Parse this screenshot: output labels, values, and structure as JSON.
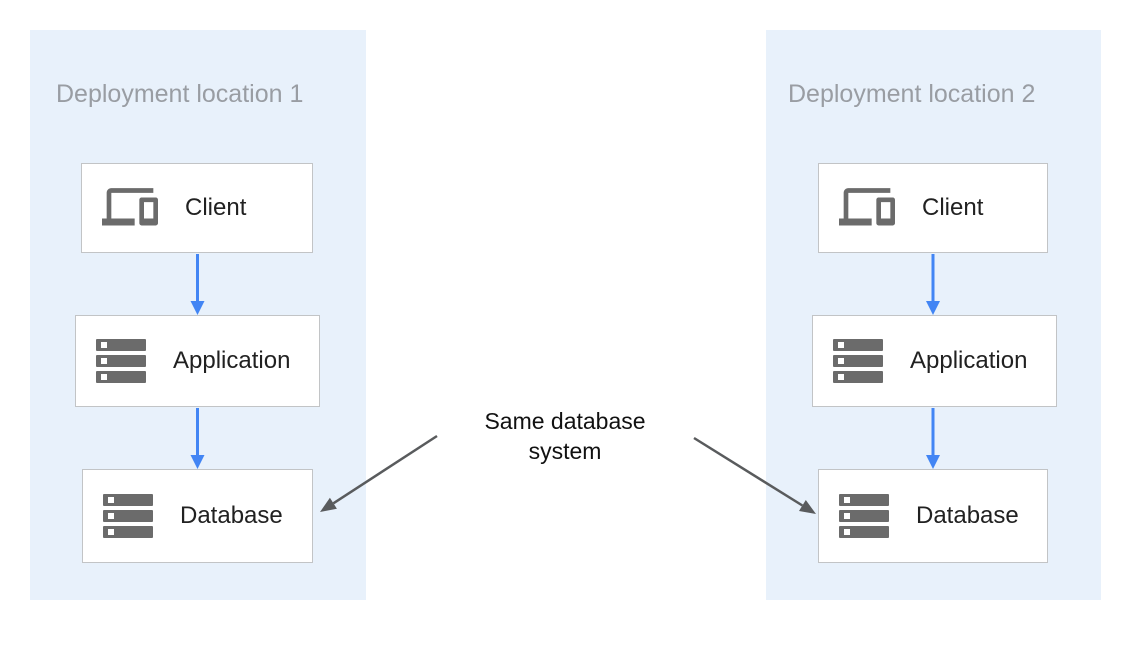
{
  "diagram": {
    "zones": [
      {
        "title": "Deployment location 1",
        "nodes": [
          {
            "label": "Client",
            "icon": "devices-icon"
          },
          {
            "label": "Application",
            "icon": "server-stack-icon"
          },
          {
            "label": "Database",
            "icon": "server-stack-icon"
          }
        ]
      },
      {
        "title": "Deployment location 2",
        "nodes": [
          {
            "label": "Client",
            "icon": "devices-icon"
          },
          {
            "label": "Application",
            "icon": "server-stack-icon"
          },
          {
            "label": "Database",
            "icon": "server-stack-icon"
          }
        ]
      }
    ],
    "annotation": {
      "line1": "Same database",
      "line2": "system"
    },
    "colors": {
      "zone_background": "#e8f1fb",
      "zone_title": "#999da3",
      "node_background": "#ffffff",
      "node_border": "#c2c4c6",
      "node_label": "#212121",
      "icon_gray": "#6b6b6b",
      "flow_arrow_blue": "#4285f4",
      "annotation_arrow_gray": "#595b5d",
      "annotation_text": "#111111"
    }
  }
}
